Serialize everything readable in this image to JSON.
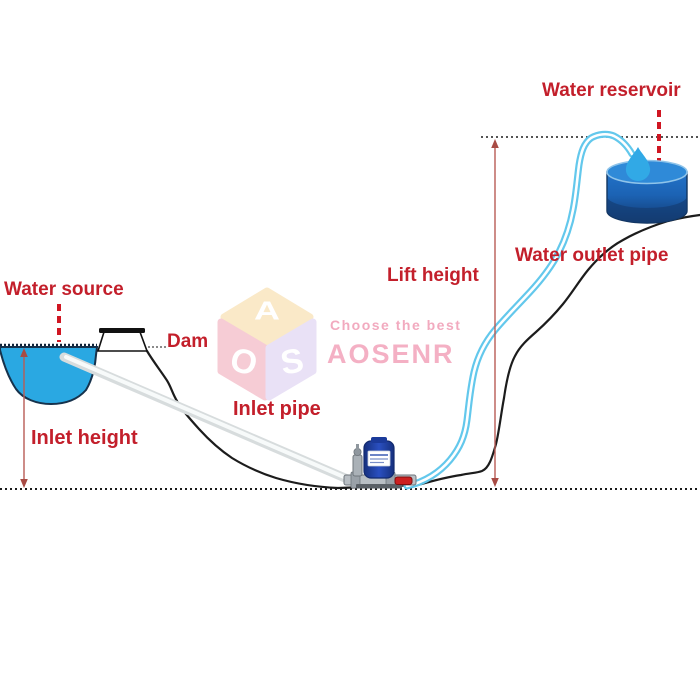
{
  "labels": {
    "water_source": "Water source",
    "dam": "Dam",
    "inlet_pipe": "Inlet pipe",
    "inlet_height": "Inlet height",
    "lift_height": "Lift height",
    "water_outlet_pipe": "Water outlet pipe",
    "water_reservoir": "Water reservoir"
  },
  "watermark": {
    "tagline": "Choose the best",
    "brand": "AOSENR",
    "cube_top_letter": "A",
    "cube_left_letter": "O",
    "cube_right_letter": "S"
  },
  "colors": {
    "label_red": "#c31f2b",
    "dashed_pointer_red": "#d01622",
    "dimension_line_red": "#b85c55",
    "pond_water_blue": "#2aa8e2",
    "outlet_pipe_blue": "#63c8ec",
    "inlet_pipe_gray": "#d7dcdd",
    "reservoir_top_blue": "#2f8ad8",
    "reservoir_bottom_blue": "#123a6e",
    "pump_tank_blue": "#2446b4",
    "pump_handle_red": "#cc2020",
    "watermark_pink": "#f4b0c4",
    "cube_top_face": "#fae8c6",
    "cube_left_face": "#f6cad3",
    "cube_right_face": "#e8e0f6",
    "terrain_black": "#1c1c1c"
  }
}
